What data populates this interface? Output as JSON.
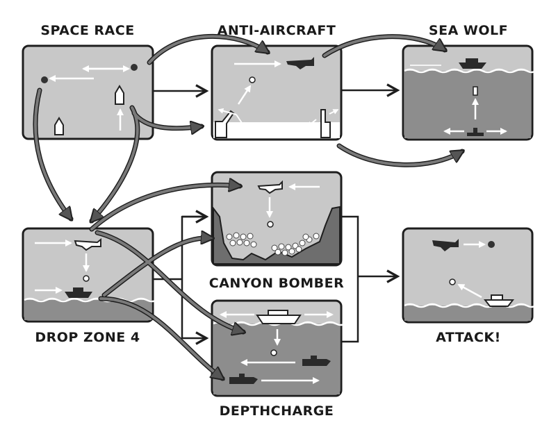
{
  "labels": {
    "space_race": "SPACE RACE",
    "anti_aircraft": "ANTI-AIRCRAFT",
    "sea_wolf": "SEA WOLF",
    "drop_zone_4": "DROP ZONE 4",
    "canyon_bomber": "CANYON BOMBER",
    "depthcharge": "DEPTHCHARGE",
    "attack": "ATTACK!"
  },
  "colors": {
    "panel_fill": "#c8c8c8",
    "panel_border": "#1e1e1e",
    "water": "#8d8d8d",
    "canyon": "#6e6e6e",
    "link_arrow": "#777777",
    "flow_arrow": "#1e1e1e",
    "sprite": "#2a2a2a"
  }
}
